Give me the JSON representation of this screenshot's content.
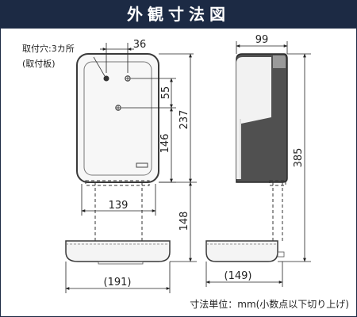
{
  "title": "外観寸法図",
  "mount_holes_label": "取付穴:3カ所",
  "mount_plate_label": "(取付板)",
  "unit_note": "寸法単位：mm(小数点以下切り上げ)",
  "dimensions": {
    "hole_spacing_horizontal": "36",
    "hole_spacing_vertical": "55",
    "plate_inner_height": "146",
    "plate_total_height": "237",
    "plate_width": "139",
    "bracket_height": "148",
    "base_width_front": "(191)",
    "depth_top": "99",
    "side_height": "385",
    "base_depth_side": "(149)"
  },
  "colors": {
    "title_bg": "#1c2a44",
    "body_dark": "#4a4a4a",
    "body_fill": "#f4f4f4"
  }
}
